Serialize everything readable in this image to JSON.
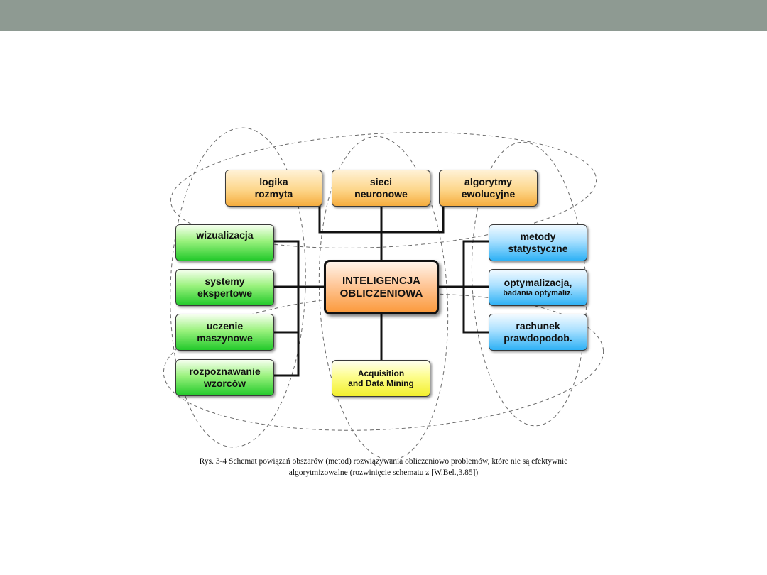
{
  "diagram": {
    "center": {
      "line1": "INTELIGENCJA",
      "line2": "OBLICZENIOWA"
    },
    "top_nodes": [
      {
        "line1": "logika",
        "line2": "rozmyta"
      },
      {
        "line1": "sieci",
        "line2": "neuronowe"
      },
      {
        "line1": "algorytmy",
        "line2": "ewolucyjne"
      }
    ],
    "left_nodes": [
      {
        "line1": "wizualizacja",
        "line2": ""
      },
      {
        "line1": "systemy",
        "line2": "ekspertowe"
      },
      {
        "line1": "uczenie",
        "line2": "maszynowe"
      },
      {
        "line1": "rozpoznawanie",
        "line2": "wzorców"
      }
    ],
    "right_nodes": [
      {
        "line1": "metody",
        "line2": "statystyczne"
      },
      {
        "line1": "optymalizacja,",
        "line2": "badania optymaliz."
      },
      {
        "line1": "rachunek",
        "line2": "prawdopodob."
      }
    ],
    "bottom_node": {
      "line1": "Acquisition",
      "line2": "and Data Mining"
    },
    "colors": {
      "top_bar": "#8e9a92",
      "orange": "#fdd68a",
      "green": "#22c92a",
      "blue": "#2eb1f5",
      "yellow": "#f2ef2c",
      "center": "#fb9a3c"
    },
    "caption": {
      "line1": "Rys. 3-4 Schemat powiązań obszarów (metod) rozwiązywania obliczeniowo problemów, które nie są efektywnie",
      "line2": "algorytmizowalne (rozwinięcie schematu z [W.Bel.,3.85])"
    }
  }
}
